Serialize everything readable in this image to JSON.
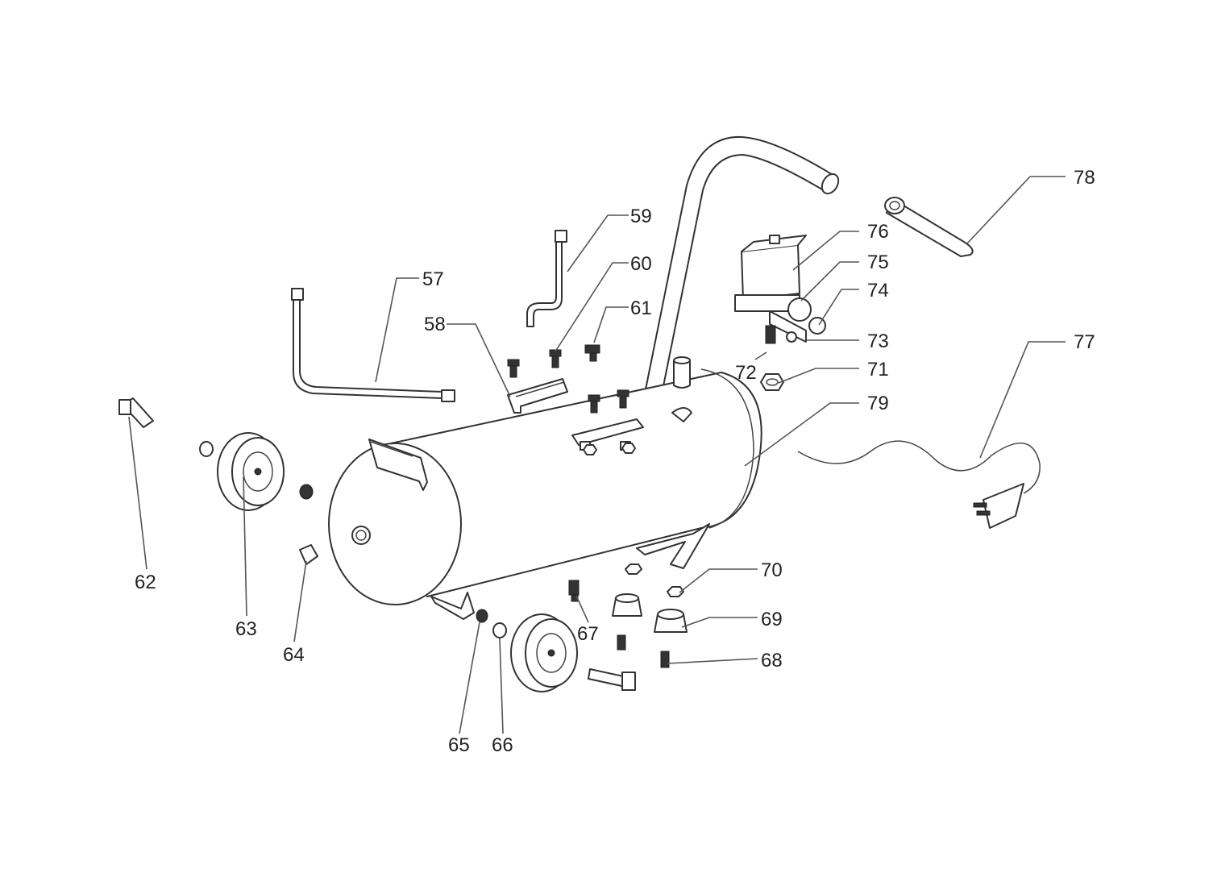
{
  "diagram": {
    "type": "exploded-parts-view",
    "callouts": [
      {
        "id": "c57",
        "label": "57"
      },
      {
        "id": "c58",
        "label": "58"
      },
      {
        "id": "c59",
        "label": "59"
      },
      {
        "id": "c60",
        "label": "60"
      },
      {
        "id": "c61",
        "label": "61"
      },
      {
        "id": "c62",
        "label": "62"
      },
      {
        "id": "c63",
        "label": "63"
      },
      {
        "id": "c64",
        "label": "64"
      },
      {
        "id": "c65",
        "label": "65"
      },
      {
        "id": "c66",
        "label": "66"
      },
      {
        "id": "c67",
        "label": "67"
      },
      {
        "id": "c68",
        "label": "68"
      },
      {
        "id": "c69",
        "label": "69"
      },
      {
        "id": "c70",
        "label": "70"
      },
      {
        "id": "c71",
        "label": "71"
      },
      {
        "id": "c72",
        "label": "72"
      },
      {
        "id": "c73",
        "label": "73"
      },
      {
        "id": "c74",
        "label": "74"
      },
      {
        "id": "c75",
        "label": "75"
      },
      {
        "id": "c76",
        "label": "76"
      },
      {
        "id": "c77",
        "label": "77"
      },
      {
        "id": "c78",
        "label": "78"
      },
      {
        "id": "c79",
        "label": "79"
      }
    ]
  }
}
